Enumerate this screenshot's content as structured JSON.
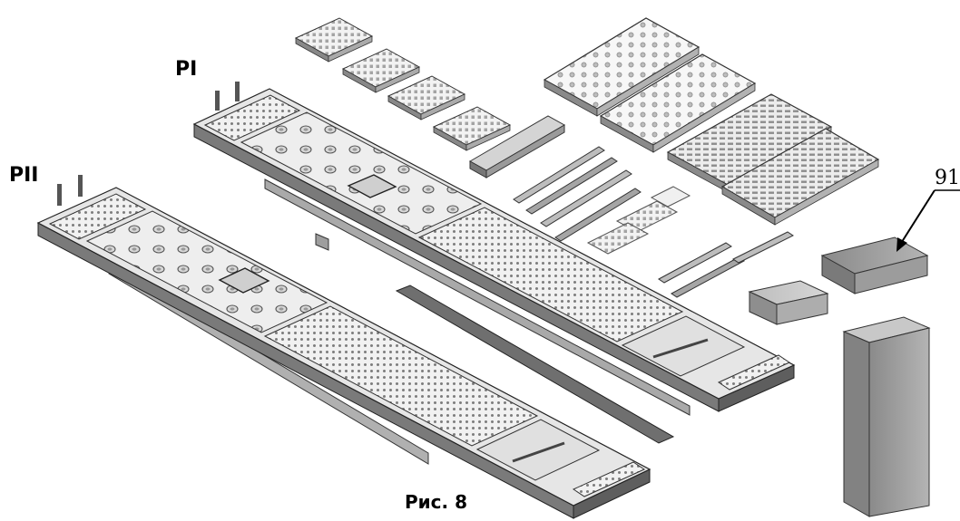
{
  "labels": {
    "rail_upper": "PI",
    "rail_lower": "PII",
    "part_number": "91",
    "caption": "Рис. 8"
  }
}
